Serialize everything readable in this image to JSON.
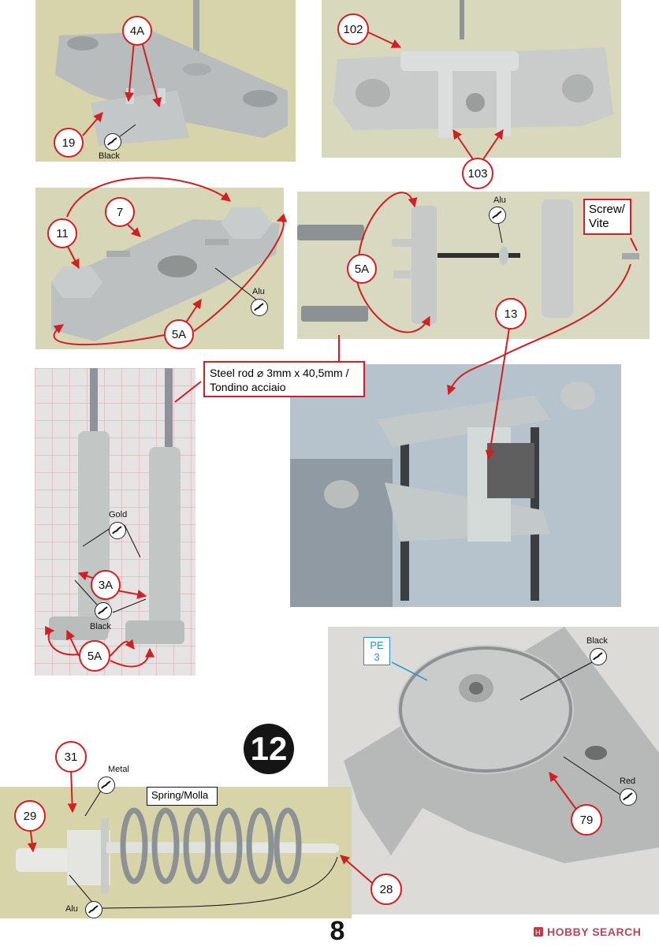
{
  "callouts": {
    "c4A": "4A",
    "c19": "19",
    "c102": "102",
    "c103": "103",
    "c11": "11",
    "c7": "7",
    "c5A_top": "5A",
    "c5A_mid": "5A",
    "c13": "13",
    "c3A": "3A",
    "c5A_fork": "5A",
    "c31": "31",
    "c29": "29",
    "c28": "28",
    "c79": "79"
  },
  "paint_labels": {
    "black1": "Black",
    "alu1": "Alu",
    "alu2": "Alu",
    "gold": "Gold",
    "black2": "Black",
    "metal": "Metal",
    "alu3": "Alu",
    "black3": "Black",
    "red": "Red"
  },
  "boxes": {
    "screw": "Screw/\nVite",
    "steel_rod": "Steel rod ⌀ 3mm x 40,5mm /\nTondino acciaio",
    "spring": "Spring/Molla",
    "pe3": "PE\n3"
  },
  "step_number": "12",
  "page_number": "8",
  "watermark": "HOBBY SEARCH",
  "colors": {
    "callout_red": "#d11f24",
    "pe_blue": "#2a8fd0",
    "paper_green": "#d8d7ae"
  }
}
